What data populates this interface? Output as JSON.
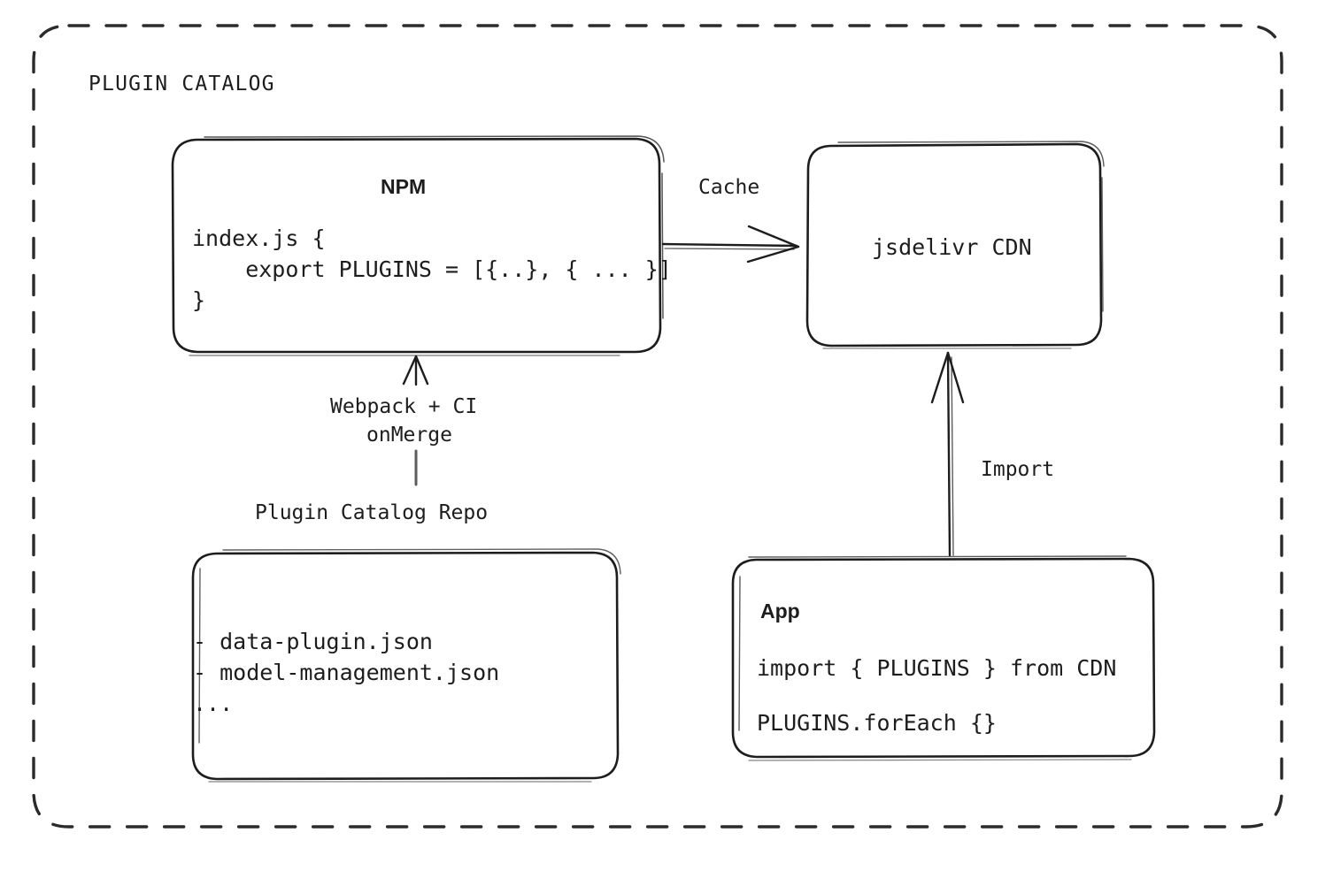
{
  "diagram": {
    "title": "PLUGIN CATALOG",
    "background_color": "#ffffff",
    "stroke_color": "#1d1d1d",
    "style": "hand-drawn"
  },
  "nodes": {
    "npm": {
      "title": "NPM",
      "code": "index.js {\n    export PLUGINS = [{..}, { ... }]\n}"
    },
    "cdn": {
      "title": "jsdelivr CDN"
    },
    "repo": {
      "caption": "Plugin Catalog Repo",
      "code": "- data-plugin.json\n- model-management.json\n..."
    },
    "app": {
      "title": "App",
      "code_line_1": "import { PLUGINS } from CDN",
      "code_line_2": "PLUGINS.forEach {}"
    }
  },
  "edges": {
    "npm_to_cdn": {
      "label": "Cache",
      "from": "npm",
      "to": "cdn",
      "direction": "right"
    },
    "repo_to_npm": {
      "label_line_1": "Webpack + CI",
      "label_line_2": "onMerge",
      "from": "repo",
      "to": "npm",
      "direction": "up"
    },
    "app_to_cdn": {
      "label": "Import",
      "from": "app",
      "to": "cdn",
      "direction": "up"
    }
  }
}
